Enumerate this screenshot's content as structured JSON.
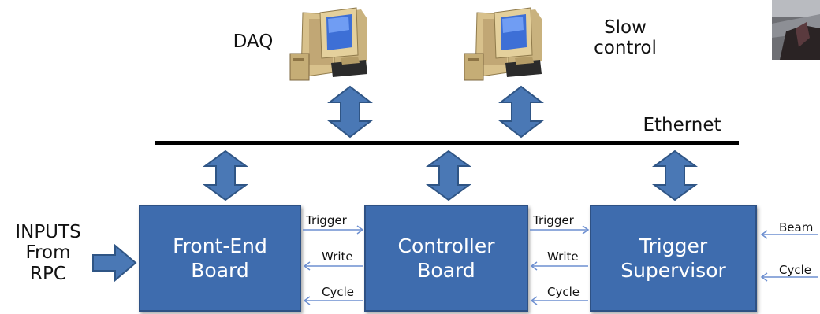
{
  "computers": [
    {
      "label": "DAQ"
    },
    {
      "label_lines": [
        "Slow",
        "control"
      ]
    }
  ],
  "bus": {
    "label": "Ethernet"
  },
  "inputs": {
    "lines": [
      "INPUTS",
      "From",
      "RPC"
    ]
  },
  "boards": [
    {
      "lines": [
        "Front-End",
        "Board"
      ]
    },
    {
      "lines": [
        "Controller",
        "Board"
      ]
    },
    {
      "lines": [
        "Trigger",
        "Supervisor"
      ]
    }
  ],
  "signals_fe_controller": {
    "trigger": "Trigger",
    "write": "Write",
    "cycle": "Cycle"
  },
  "signals_controller_trigger": {
    "trigger": "Trigger",
    "write": "Write",
    "cycle": "Cycle"
  },
  "external_signals": {
    "beam": "Beam",
    "cycle": "Cycle"
  },
  "colors": {
    "board_fill": "#3e6cae",
    "arrow_fill": "#4a78b5",
    "signal_arrow": "#6d8fd0"
  }
}
